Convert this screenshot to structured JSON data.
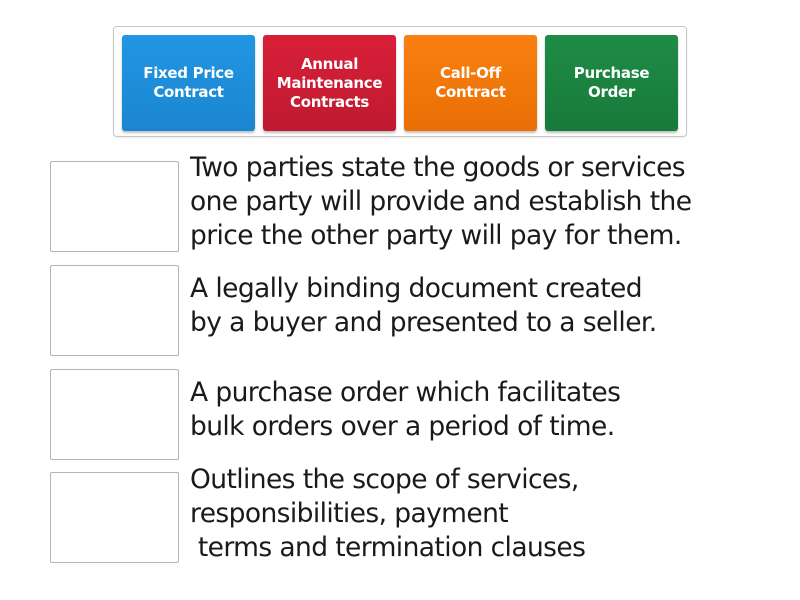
{
  "tiles": [
    {
      "label": "Fixed Price Contract",
      "color": "#2196e3",
      "bottom": "#1b86d0"
    },
    {
      "label": "Annual Maintenance Contracts",
      "color": "#d81f38",
      "bottom": "#bf1a30"
    },
    {
      "label": "Call-Off Contract",
      "color": "#f98010",
      "bottom": "#e96f05"
    },
    {
      "label": "Purchase Order",
      "color": "#1e8c45",
      "bottom": "#187a3b"
    }
  ],
  "targets": [
    {
      "description": "Two parties state the goods or services\none party will provide and establish the\nprice the other party will pay for them."
    },
    {
      "description": "A legally binding document created\nby a buyer and presented to a seller."
    },
    {
      "description": "A purchase order which facilitates\nbulk orders over a period of time."
    },
    {
      "description": "Outlines the scope of services,\nresponsibilities, payment\n terms and termination clauses"
    }
  ]
}
